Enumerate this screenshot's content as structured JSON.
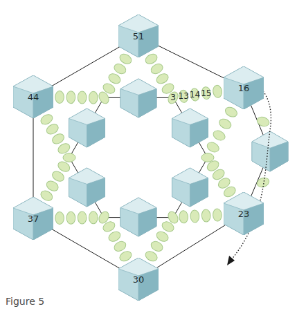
{
  "diagram": {
    "caption": "Figure 5",
    "nodes": [
      {
        "text": [
          "51"
        ]
      },
      {
        "text": [
          "44"
        ]
      },
      {
        "text": [
          "16"
        ]
      },
      {
        "text": [
          "37"
        ]
      },
      {
        "text": [
          "23"
        ]
      },
      {
        "text": [
          "30"
        ]
      }
    ],
    "labels": [
      "3",
      "13",
      "14",
      "15"
    ]
  }
}
